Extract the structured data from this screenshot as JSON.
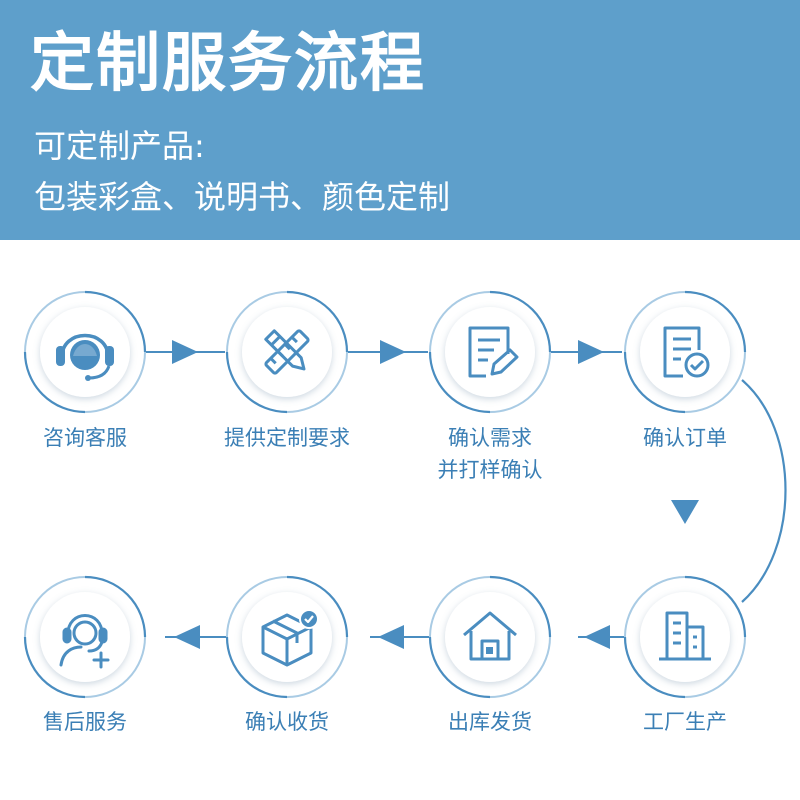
{
  "header": {
    "title": "定制服务流程",
    "subtitle_line1": "可定制产品:",
    "subtitle_line2": "包装彩盒、说明书、颜色定制"
  },
  "colors": {
    "header_bg": "#5e9fcb",
    "accent": "#4a8dc0",
    "label": "#3b7fb5"
  },
  "steps": [
    {
      "label": "咨询客服",
      "label2": "",
      "icon": "headset-icon"
    },
    {
      "label": "提供定制要求",
      "label2": "",
      "icon": "pencil-ruler-icon"
    },
    {
      "label": "确认需求",
      "label2": "并打样确认",
      "icon": "edit-document-icon"
    },
    {
      "label": "确认订单",
      "label2": "",
      "icon": "order-check-icon"
    },
    {
      "label": "工厂生产",
      "label2": "",
      "icon": "factory-building-icon"
    },
    {
      "label": "出库发货",
      "label2": "",
      "icon": "warehouse-icon"
    },
    {
      "label": "确认收货",
      "label2": "",
      "icon": "box-check-icon"
    },
    {
      "label": "售后服务",
      "label2": "",
      "icon": "support-agent-icon"
    }
  ]
}
